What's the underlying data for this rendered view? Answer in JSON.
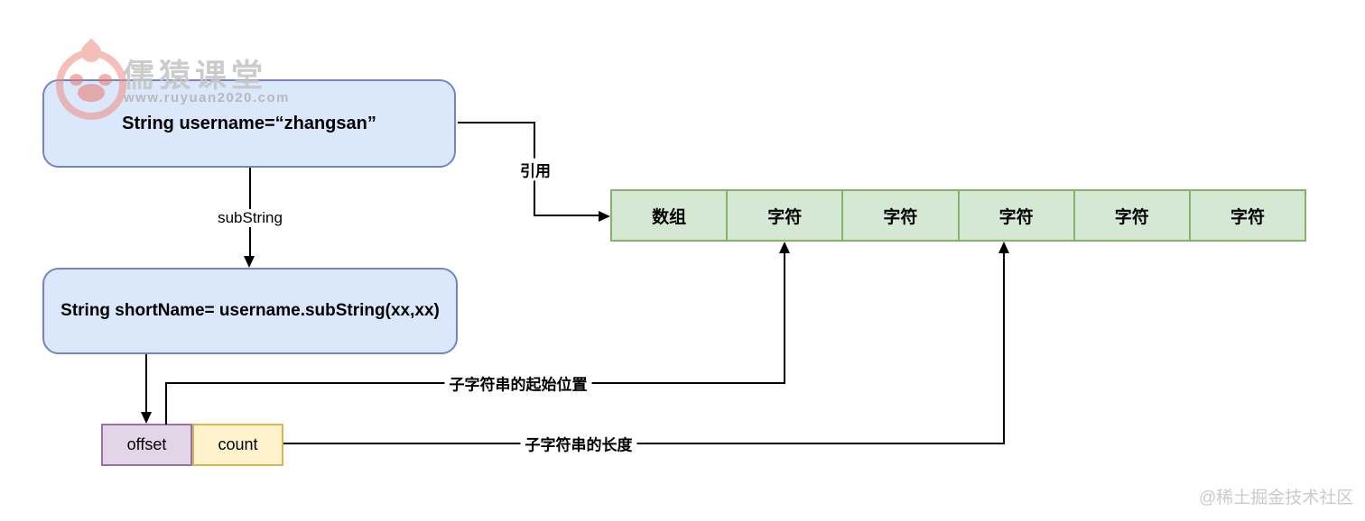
{
  "watermark": {
    "brand_title": "儒猿课堂",
    "brand_url": "www.ruyuan2020.com",
    "community_credit": "@稀土掘金技术社区"
  },
  "nodes": {
    "username_box": "String username=“zhangsan”",
    "shortname_box": "String shortName= username.subString(xx,xx)",
    "offset_cell": "offset",
    "count_cell": "count"
  },
  "char_array": {
    "cells": [
      "数组",
      "字符",
      "字符",
      "字符",
      "字符",
      "字符"
    ]
  },
  "connectors": {
    "substring": "subString",
    "reference": "引用",
    "start_position": "子字符串的起始位置",
    "length": "子字符串的长度"
  },
  "colors": {
    "node_blue_fill": "#dbe8fc",
    "node_blue_stroke": "#7384c2",
    "array_green_fill": "#d5e8d4",
    "array_green_stroke": "#82b366",
    "offset_purple_fill": "#e1d5e7",
    "offset_purple_stroke": "#9673a6",
    "count_yellow_fill": "#fff2cc",
    "count_yellow_stroke": "#d6b656",
    "line_black": "#000000",
    "watermark_gray": "#c6c6c6"
  }
}
